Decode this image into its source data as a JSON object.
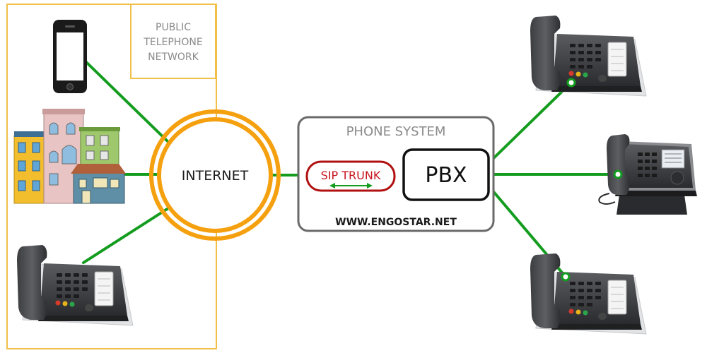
{
  "public_network": {
    "line1": "PUBLIC",
    "line2": "TELEPHONE",
    "line3": "NETWORK"
  },
  "internet_label": "INTERNET",
  "phone_system": {
    "title": "PHONE SYSTEM",
    "sip_trunk_label": "SIP TRUNK",
    "pbx_label": "PBX",
    "website": "WWW.ENGOSTAR.NET"
  },
  "colors": {
    "public_border": "#f2c04a",
    "internet_ring": "#f5a00f",
    "link_green": "#139c1e",
    "phone_system_border": "#6a6a6a",
    "sip_trunk_border": "#b01010",
    "sip_trunk_text": "#c8141e",
    "pbx_border": "#111111"
  },
  "icons": {
    "smartphone": "smartphone-icon",
    "buildings": "buildings-icon",
    "desk_phone": "desk-phone-icon"
  }
}
